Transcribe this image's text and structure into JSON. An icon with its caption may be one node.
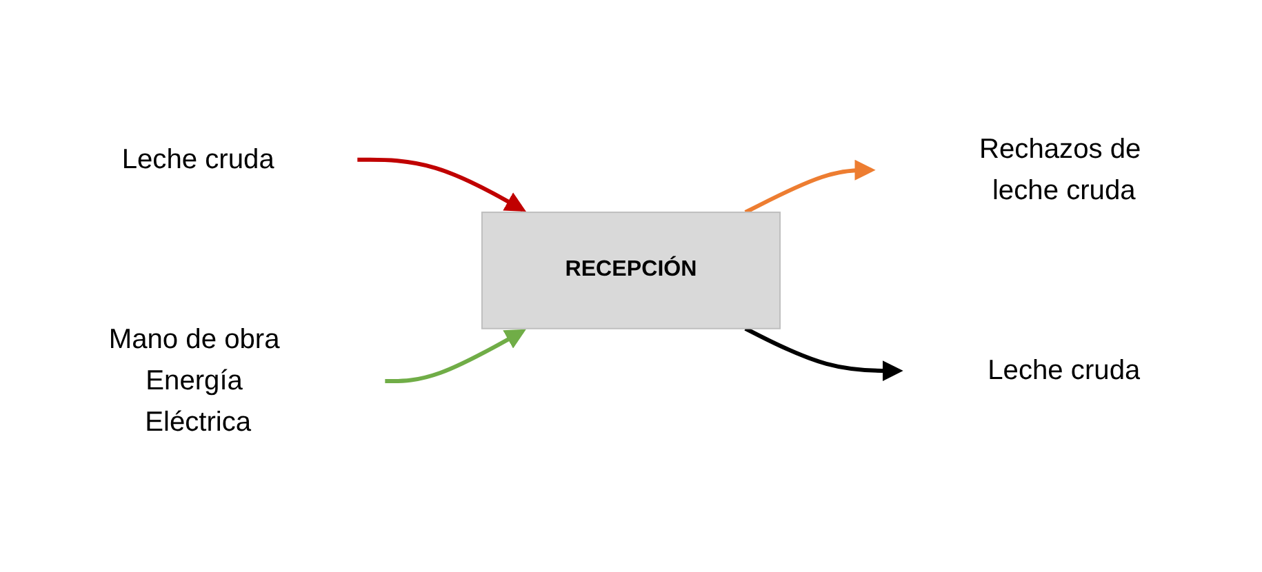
{
  "diagram": {
    "nodes": [
      {
        "text": [
          "Leche cruda"
        ]
      },
      {
        "text": [
          "Mano de obra Energía Eléctrica"
        ]
      },
      {
        "text": [
          "RECEPCIÓN"
        ]
      },
      {
        "text": [
          "Rechazos de leche cruda"
        ]
      },
      {
        "text": [
          "Leche cruda"
        ]
      }
    ],
    "edges": [
      {
        "from": 0,
        "to": 2,
        "arrow": "to",
        "color": "#c00000"
      },
      {
        "from": 1,
        "to": 2,
        "arrow": "to",
        "color": "#70ad47"
      },
      {
        "from": 2,
        "to": 3,
        "arrow": "to",
        "color": "#ed7d31"
      },
      {
        "from": 2,
        "to": 4,
        "arrow": "to",
        "color": "#000000"
      }
    ]
  }
}
